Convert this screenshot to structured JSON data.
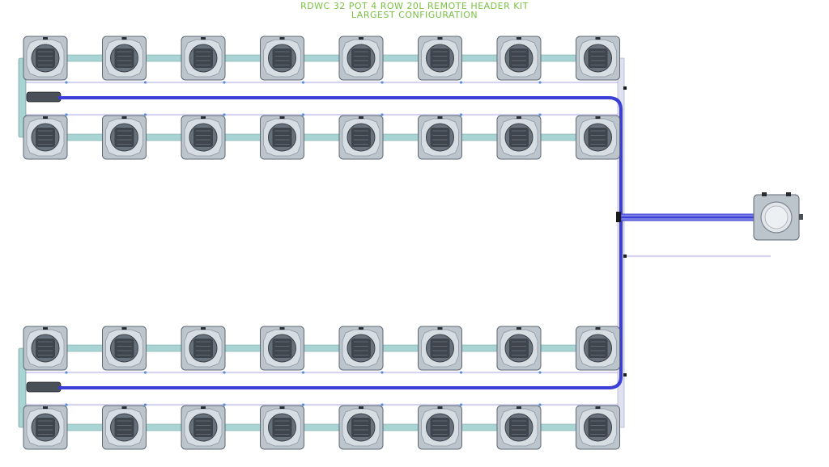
{
  "title": {
    "line1": "RDWC 32 POT 4 ROW 20L REMOTE HEADER KIT",
    "line2": "LARGEST CONFIGURATION"
  },
  "colors": {
    "title": "#7ac143",
    "pot_body": "#bcc4cc",
    "pot_edge": "#5e6a76",
    "pot_inner": "#3e454c",
    "pipe": "#a8d4d4",
    "return_line": "#3b3fd6",
    "feed_line": "#d6d4f0"
  },
  "diagram": {
    "rows": [
      {
        "id": "row-a",
        "pots": 8
      },
      {
        "id": "row-b",
        "pots": 8
      },
      {
        "id": "row-c",
        "pots": 8
      },
      {
        "id": "row-d",
        "pots": 8
      }
    ],
    "total_pots": 32,
    "header_reservoir": {
      "volume": "20L",
      "type": "remote header"
    }
  }
}
